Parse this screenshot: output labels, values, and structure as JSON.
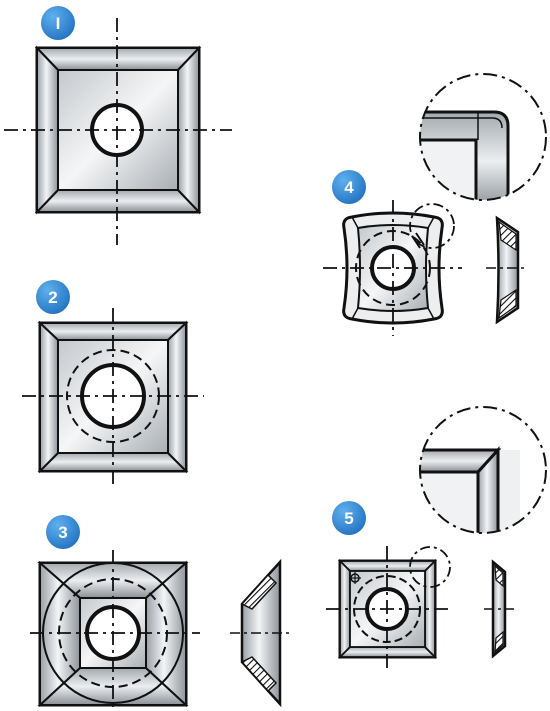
{
  "colors": {
    "badge_fill": "#1f77c9",
    "badge_fill_light": "#5fb0ee",
    "steel_light": "#eef0f2",
    "steel_mid": "#b8bdc2",
    "steel_dark": "#7c8288",
    "outline": "#111111"
  },
  "labels": {
    "insert_1": "I",
    "insert_2": "2",
    "insert_3": "3",
    "insert_4": "4",
    "insert_5": "5"
  }
}
